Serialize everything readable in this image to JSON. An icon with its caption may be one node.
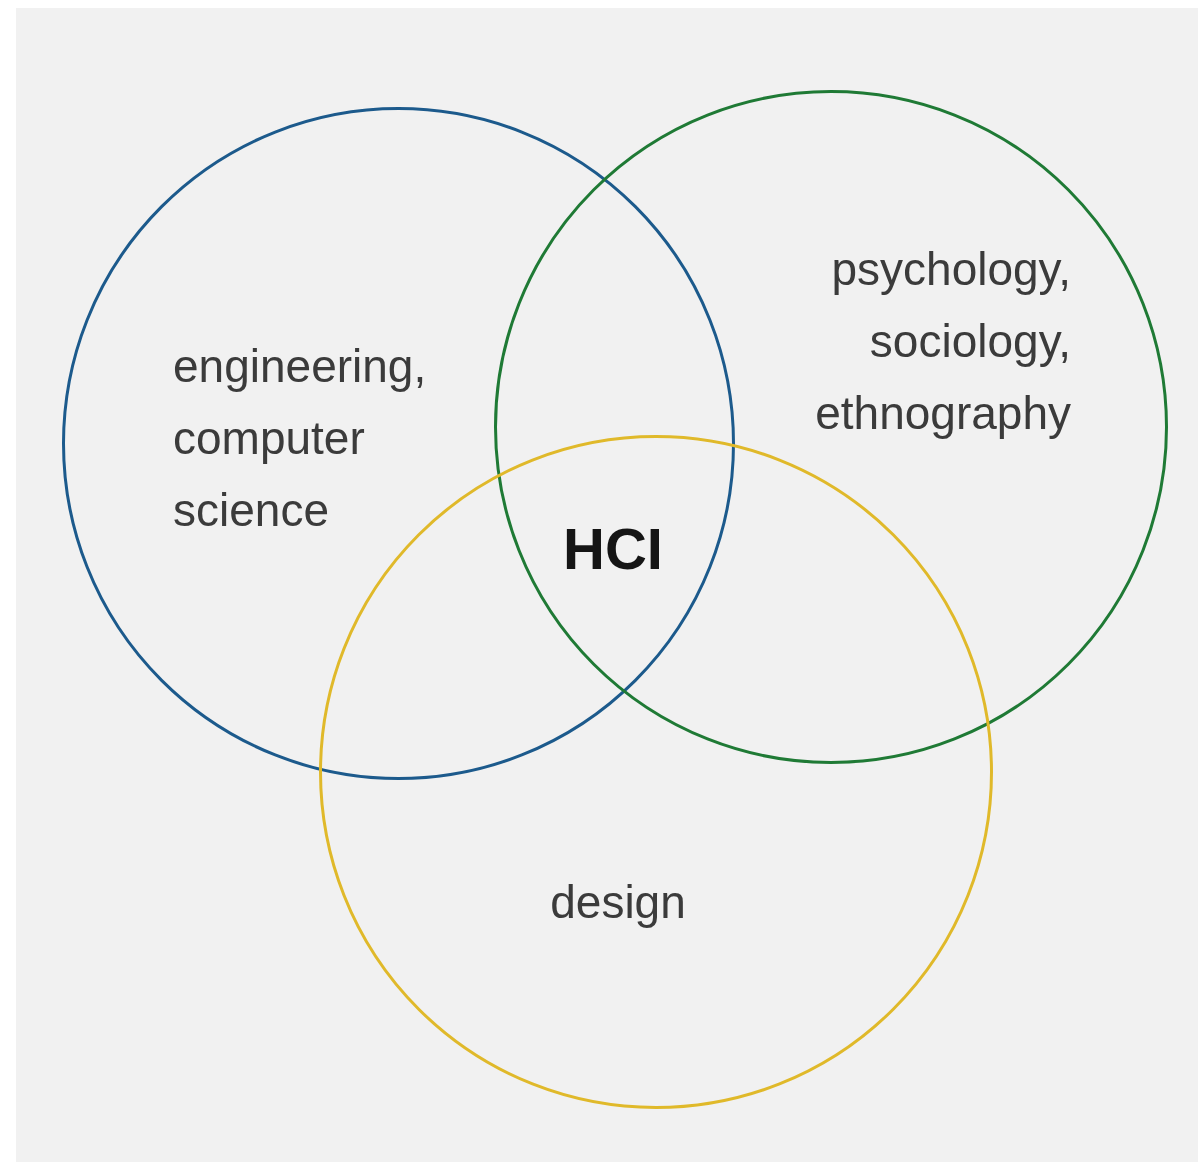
{
  "diagram": {
    "nodes": [
      {
        "text": [
          "engineering, computer science"
        ]
      },
      {
        "text": [
          "psychology, sociology, ethnography"
        ]
      },
      {
        "text": [
          "design"
        ]
      }
    ],
    "labels": [
      "HCI"
    ]
  }
}
